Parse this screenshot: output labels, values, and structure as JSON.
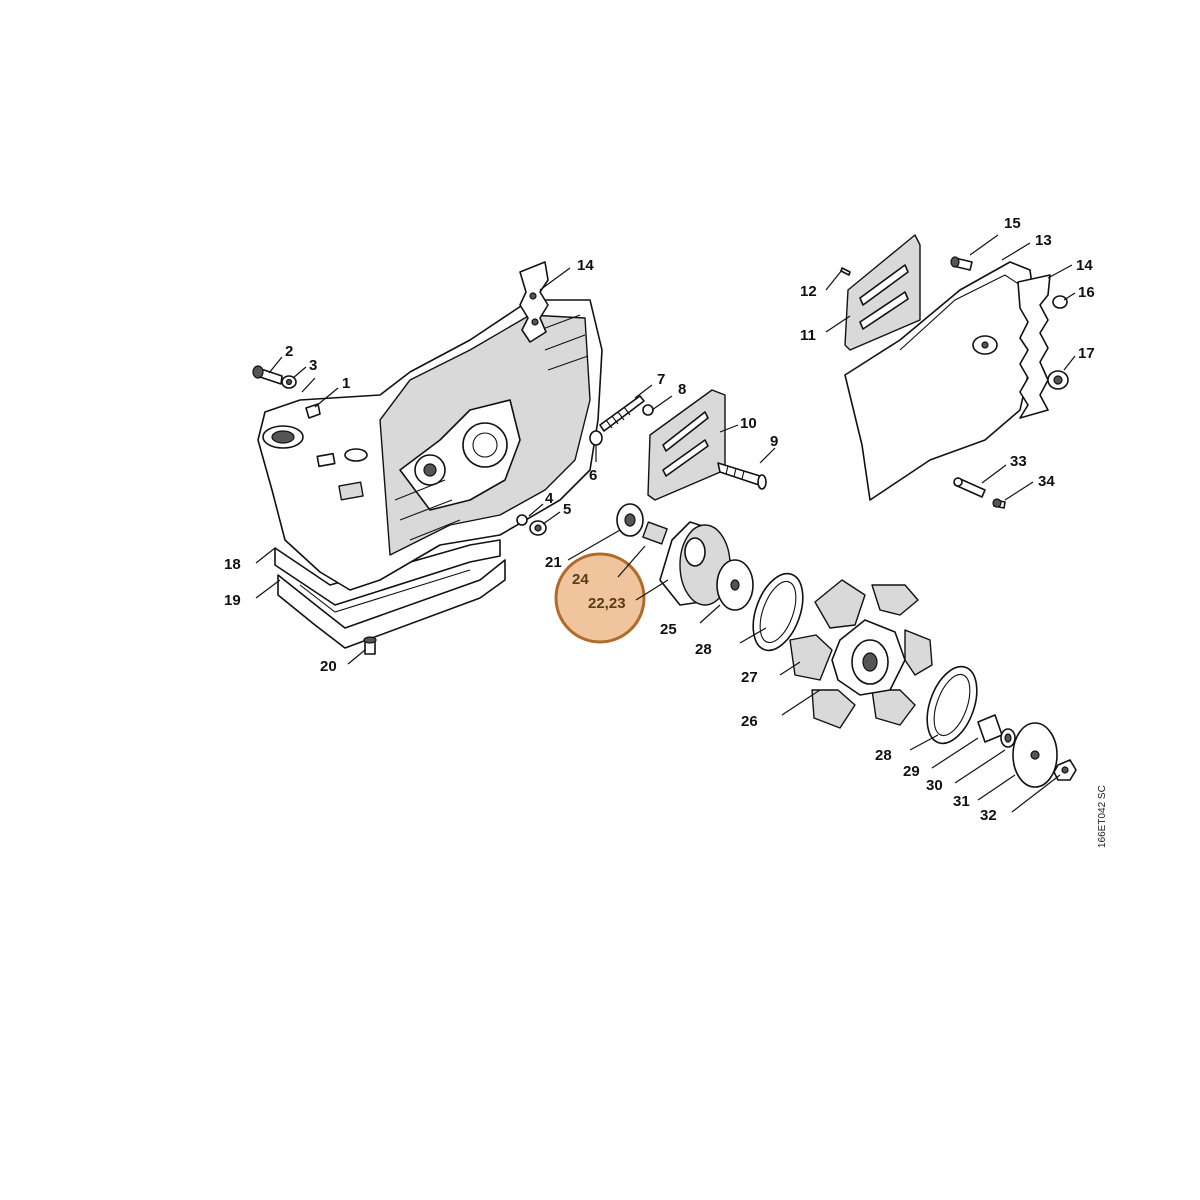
{
  "diagram": {
    "reference_code": "166ET042 SC",
    "highlight_color": "#e8a66a",
    "highlight_stroke": "#b06a2a",
    "highlight_labels": [
      "24",
      "22,23"
    ],
    "labels": [
      "1",
      "2",
      "3",
      "4",
      "5",
      "6",
      "7",
      "8",
      "9",
      "10",
      "11",
      "12",
      "13",
      "14",
      "14",
      "15",
      "16",
      "17",
      "18",
      "19",
      "20",
      "21",
      "25",
      "26",
      "27",
      "28",
      "28",
      "29",
      "30",
      "31",
      "32",
      "33",
      "34"
    ]
  }
}
